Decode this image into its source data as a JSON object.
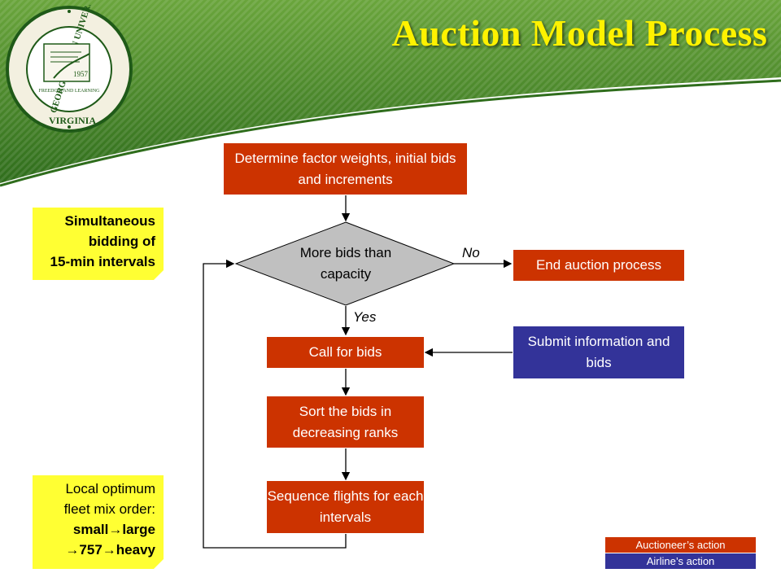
{
  "title": "Auction Model Process",
  "seal": {
    "ring_text_top": "GEORGE MASON UNIVERSITY",
    "ring_text_bottom": "VIRGINIA",
    "year": "1957",
    "motto": "FREEDOM AND LEARNING"
  },
  "flow": {
    "determine": "Determine factor weights, initial bids and increments",
    "decision": "More bids than capacity",
    "no_label": "No",
    "yes_label": "Yes",
    "end": "End auction process",
    "call": "Call for bids",
    "submit": "Submit information and bids",
    "sort": "Sort the bids in decreasing ranks",
    "sequence": "Sequence flights for each intervals"
  },
  "notes": {
    "simultaneous": [
      "Simultaneous",
      "bidding of",
      "15-min intervals"
    ],
    "local": {
      "line1": "Local optimum",
      "line2": "fleet mix order:",
      "line3": "small→large",
      "line4": "→757→heavy"
    }
  },
  "legend": {
    "auctioneer": "Auctioneer’s action",
    "airline": "Airline’s action"
  },
  "colors": {
    "auctioneer": "#cc3300",
    "airline": "#333399",
    "note": "#ffff33",
    "title": "#fff200",
    "banner": "#4e8a2a"
  }
}
